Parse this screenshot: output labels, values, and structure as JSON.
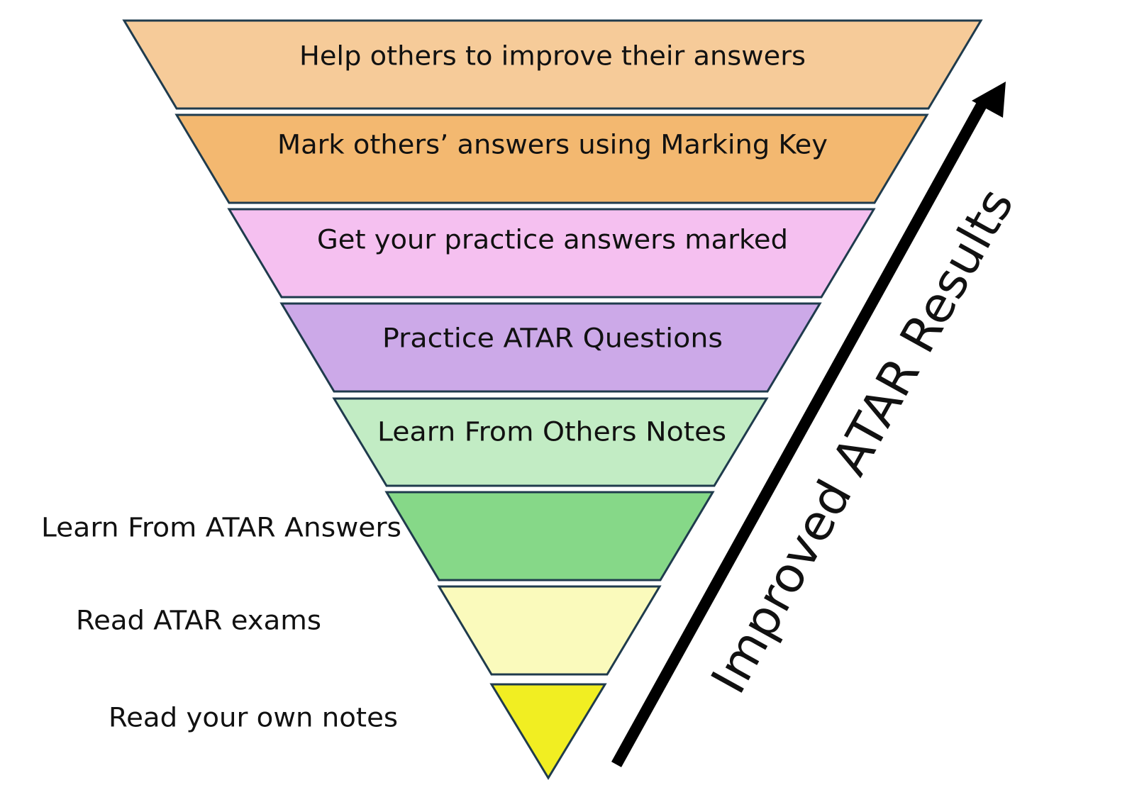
{
  "diagram": {
    "tiers": [
      {
        "id": "tier-help-others",
        "label": "Help others to improve their answers",
        "color": "#f6cb99"
      },
      {
        "id": "tier-mark-others",
        "label": "Mark others’ answers using Marking Key",
        "color": "#f3b870"
      },
      {
        "id": "tier-get-marked",
        "label": "Get your practice answers marked",
        "color": "#f5c0f0"
      },
      {
        "id": "tier-practice-questions",
        "label": "Practice ATAR Questions",
        "color": "#cca9e8"
      },
      {
        "id": "tier-learn-others-notes",
        "label": "Learn From Others Notes",
        "color": "#c2ecc4"
      },
      {
        "id": "tier-learn-atar-answers",
        "label": "",
        "color": "#86d888"
      },
      {
        "id": "tier-read-exams",
        "label": "",
        "color": "#fafabc"
      },
      {
        "id": "tier-read-own-notes",
        "label": "",
        "color": "#f1ee22"
      }
    ],
    "side_labels": [
      "Learn From ATAR Answers",
      "Read ATAR exams",
      "Read your own notes"
    ],
    "arrow": {
      "label": "Improved ATAR Results",
      "color": "#000000"
    }
  }
}
